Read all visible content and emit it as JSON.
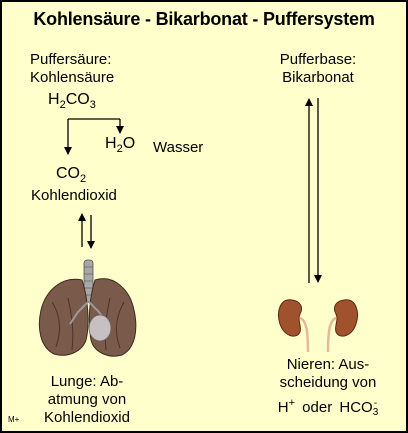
{
  "title": "Kohlensäure - Bikarbonat - Puffersystem",
  "acid": {
    "line1": "Puffersäure:",
    "line2": "Kohlensäure",
    "formula": {
      "a": "H",
      "b": "2",
      "c": "CO",
      "d": "3"
    }
  },
  "water": {
    "formula_a": "H",
    "formula_b": "2",
    "formula_c": "O",
    "label": "Wasser"
  },
  "co2": {
    "formula_a": "CO",
    "formula_b": "2",
    "label": "Kohlendioxid"
  },
  "base": {
    "line1": "Pufferbase:",
    "line2": "Bikarbonat"
  },
  "lung": {
    "line1": "Lunge: Ab-",
    "line2": "atmung von",
    "line3": "Kohlendioxid"
  },
  "kidney": {
    "line1": "Nieren: Aus-",
    "line2": "scheidung von",
    "h": "H",
    "h_sup": "+",
    "oder": "oder",
    "hco": "HCO",
    "hco_sub": "3",
    "hco_sup": "-"
  },
  "signature": "M+",
  "colors": {
    "background": "#ffffcc",
    "lung": "#7a5a4a",
    "kidney": "#a0522d",
    "trachea": "#b0b0b0"
  }
}
